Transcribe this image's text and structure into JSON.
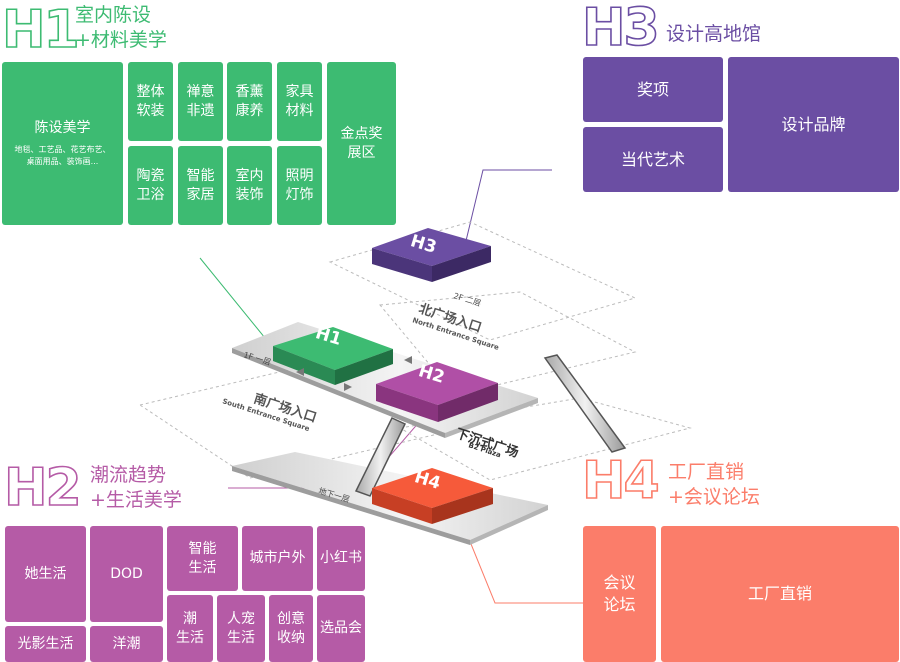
{
  "zones": {
    "h1": {
      "code": "H1",
      "title": "室内陈设\n+材料美学",
      "color": "#3dbb72",
      "tiles": [
        {
          "label": "陈设美学",
          "sub": "地毯、工艺品、花艺布艺、\n桌面用品、装饰画..."
        },
        {
          "label": "整体\n软装"
        },
        {
          "label": "禅意\n非遗"
        },
        {
          "label": "香薰\n康养"
        },
        {
          "label": "家具\n材料"
        },
        {
          "label": "陶瓷\n卫浴"
        },
        {
          "label": "智能\n家居"
        },
        {
          "label": "室内\n装饰"
        },
        {
          "label": "照明\n灯饰"
        },
        {
          "label": "金点奖\n展区"
        }
      ]
    },
    "h3": {
      "code": "H3",
      "title": "设计高地馆",
      "color": "#6b4ea3",
      "tiles": [
        {
          "label": "奖项"
        },
        {
          "label": "当代艺术"
        },
        {
          "label": "设计品牌"
        }
      ]
    },
    "h2": {
      "code": "H2",
      "title": "潮流趋势\n+生活美学",
      "color": "#b55ba6",
      "tiles": [
        {
          "label": "她生活"
        },
        {
          "label": "DOD"
        },
        {
          "label": "智能\n生活"
        },
        {
          "label": "城市户外"
        },
        {
          "label": "小红书"
        },
        {
          "label": "光影生活"
        },
        {
          "label": "洋潮"
        },
        {
          "label": "潮\n生活"
        },
        {
          "label": "人宠\n生活"
        },
        {
          "label": "创意\n收纳"
        },
        {
          "label": "选品会"
        }
      ]
    },
    "h4": {
      "code": "H4",
      "title": "工厂直销\n+会议论坛",
      "color": "#fb7d6a",
      "tiles": [
        {
          "label": "会议\n论坛"
        },
        {
          "label": "工厂直销"
        }
      ]
    }
  },
  "floors": {
    "f2": "2F 二层",
    "north_cn": "北广场入口",
    "north_en": "North Entrance Square",
    "f1": "1F 一层",
    "south_cn": "南广场入口",
    "south_en": "South Entrance Square",
    "plaza_cn": "下沉式广场",
    "plaza_en": "B2 Plaza",
    "b1": "地下一层"
  }
}
